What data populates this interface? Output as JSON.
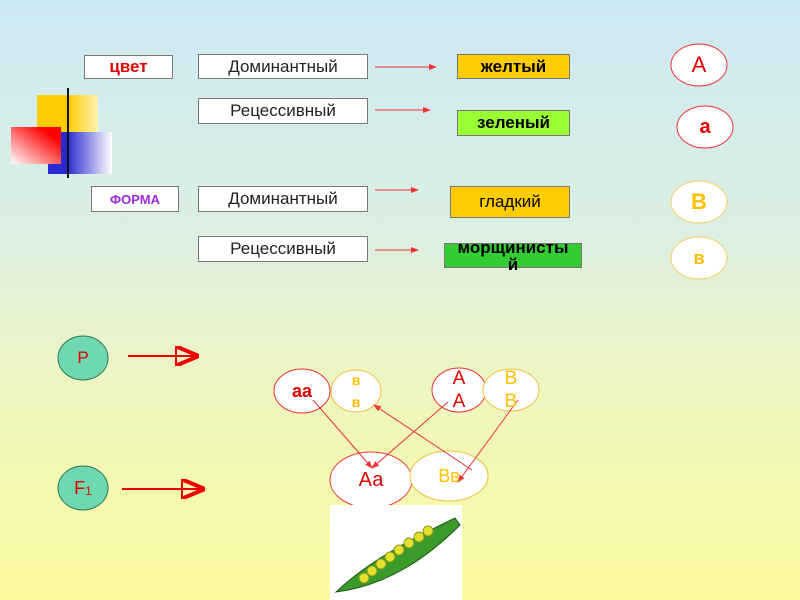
{
  "traits": {
    "color": {
      "label": "цвет",
      "label_color": "#e00000",
      "dominant": "Доминантный",
      "recessive": "Рецессивный",
      "dominant_value": "желтый",
      "recessive_value": "зеленый",
      "dominant_allele": "А",
      "recessive_allele": "а"
    },
    "shape": {
      "label": "ФОРМА",
      "label_color": "#9a2be0",
      "dominant": "Доминантный",
      "recessive": "Рецессивный",
      "dominant_value": "гладкий",
      "recessive_value": "морщинистый",
      "dominant_allele": "В",
      "recessive_allele": "в"
    }
  },
  "cross": {
    "parent_label": "P",
    "f1_label": "F",
    "f1_sub": "1",
    "parent1": [
      "аа",
      "в\nв"
    ],
    "parent2": [
      "А\nА",
      "В\nВ"
    ],
    "offspring": [
      "Аа",
      "Вв"
    ]
  },
  "colors": {
    "yellow": "#ffcc00",
    "light_green": "#99ff33",
    "green": "#33cc33",
    "red": "#e00000",
    "gold": "#ffc000",
    "teal": "#70d8b0"
  },
  "image": {
    "icon": "pea-pod-icon"
  }
}
